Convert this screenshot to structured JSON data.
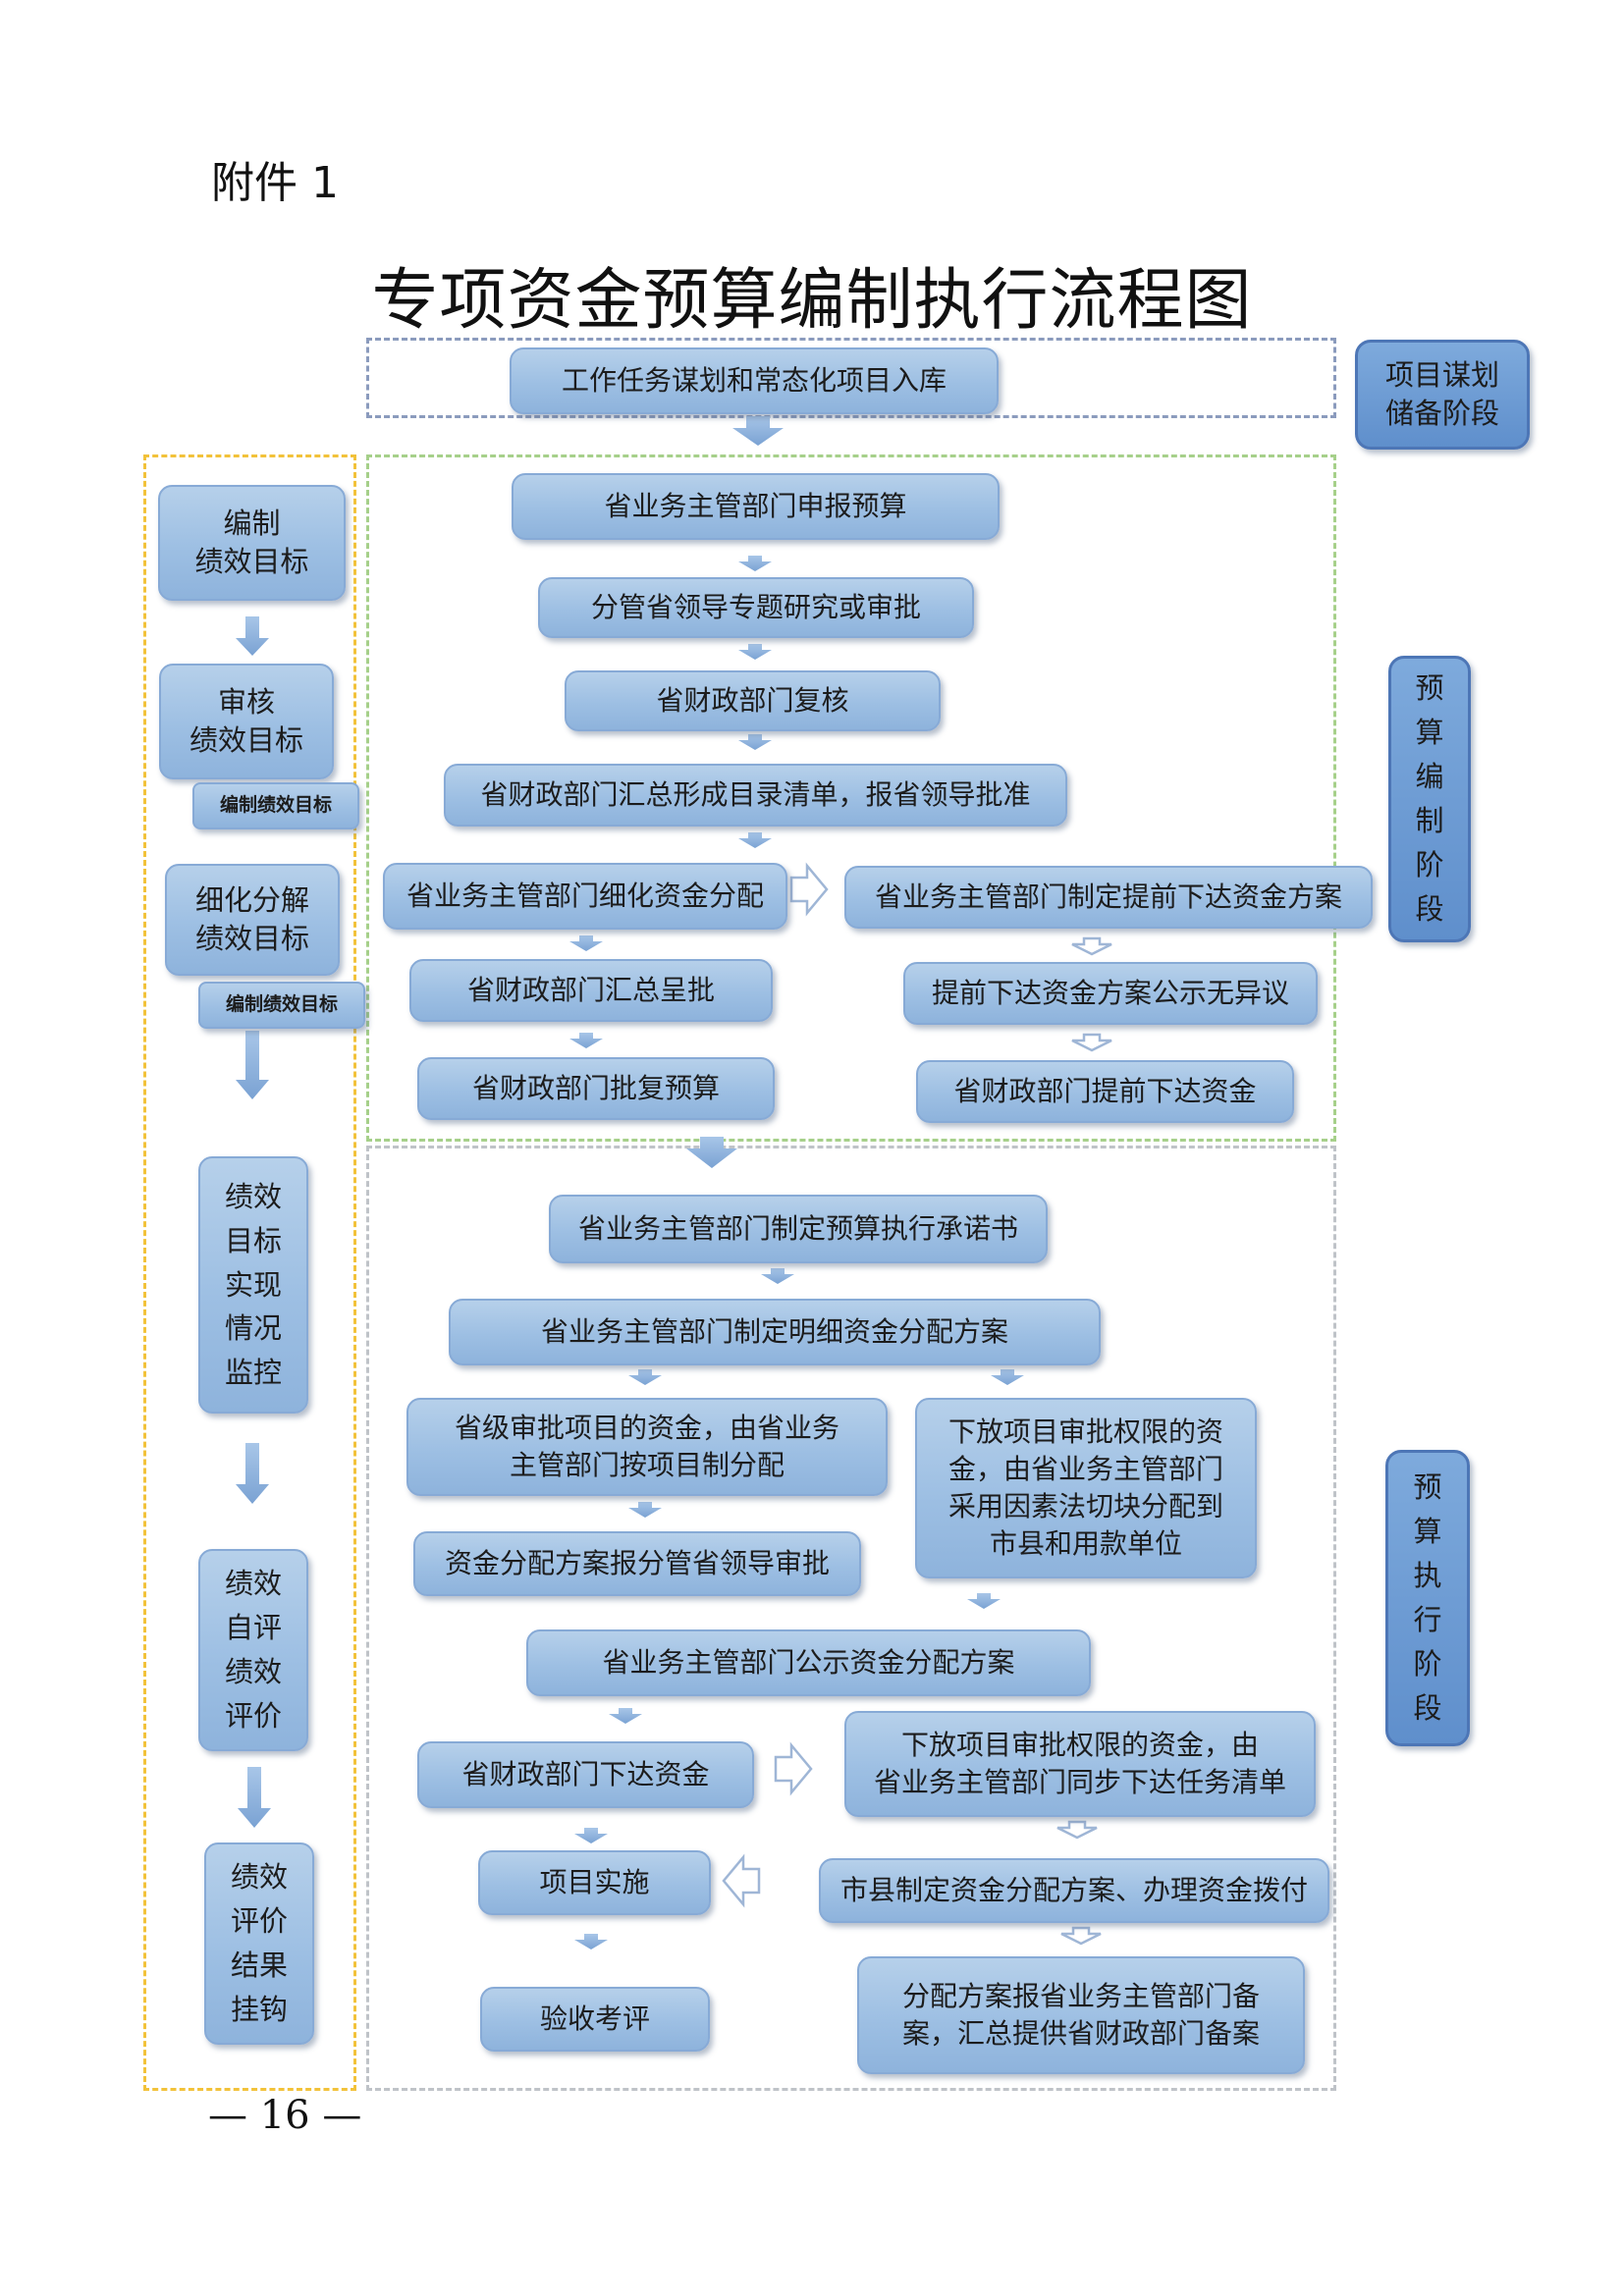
{
  "header": {
    "attachment": "附件 1",
    "title": "专项资金预算编制执行流程图"
  },
  "footer": {
    "page_number": "— 16 —"
  },
  "stages": {
    "planning": "项目谋划\n储备阶段",
    "compilation": "预\n算\n编\n制\n阶\n段",
    "execution": "预\n算\n执\n行\n阶\n段"
  },
  "top_box": "工作任务谋划和常态化项目入库",
  "compilation": {
    "n1": "省业务主管部门申报预算",
    "n2": "分管省领导专题研究或审批",
    "n3": "省财政部门复核",
    "n4": "省财政部门汇总形成目录清单，报省领导批准",
    "n5": "省业务主管部门细化资金分配",
    "n6": "省业务主管部门制定提前下达资金方案",
    "n7": "省财政部门汇总呈批",
    "n8": "提前下达资金方案公示无异议",
    "n9": "省财政部门批复预算",
    "n10": "省财政部门提前下达资金"
  },
  "execution": {
    "e1": "省业务主管部门制定预算执行承诺书",
    "e2": "省业务主管部门制定明细资金分配方案",
    "e3": "省级审批项目的资金，由省业务\n主管部门按项目制分配",
    "e4": "下放项目审批权限的资\n金，由省业务主管部门\n采用因素法切块分配到\n市县和用款单位",
    "e5": "资金分配方案报分管省领导审批",
    "e6": "省业务主管部门公示资金分配方案",
    "e7": "省财政部门下达资金",
    "e8": "下放项目审批权限的资金，由\n省业务主管部门同步下达任务清单",
    "e9": "项目实施",
    "e10": "市县制定资金分配方案、办理资金拨付",
    "e11": "验收考评",
    "e12": "分配方案报省业务主管部门备\n案，汇总提供省财政部门备案"
  },
  "performance": {
    "p1": "编制\n绩效目标",
    "p2": "审核\n绩效目标",
    "p2_tag": "编制绩效目标",
    "p3": "细化分解\n绩效目标",
    "p3_tag": "编制绩效目标",
    "p4": "绩效\n目标\n实现\n情况\n监控",
    "p5": "绩效\n自评\n绩效\n评价",
    "p6": "绩效\n评价\n结果\n挂钩"
  },
  "colors": {
    "box": "#9dbfe3",
    "box_border": "#87aad6",
    "stage": "#5f8fcc",
    "dash_blue": "#8b9bbd",
    "dash_green": "#a6d08a",
    "dash_gray": "#bfc3c8",
    "dash_orange": "#f2c23a"
  }
}
